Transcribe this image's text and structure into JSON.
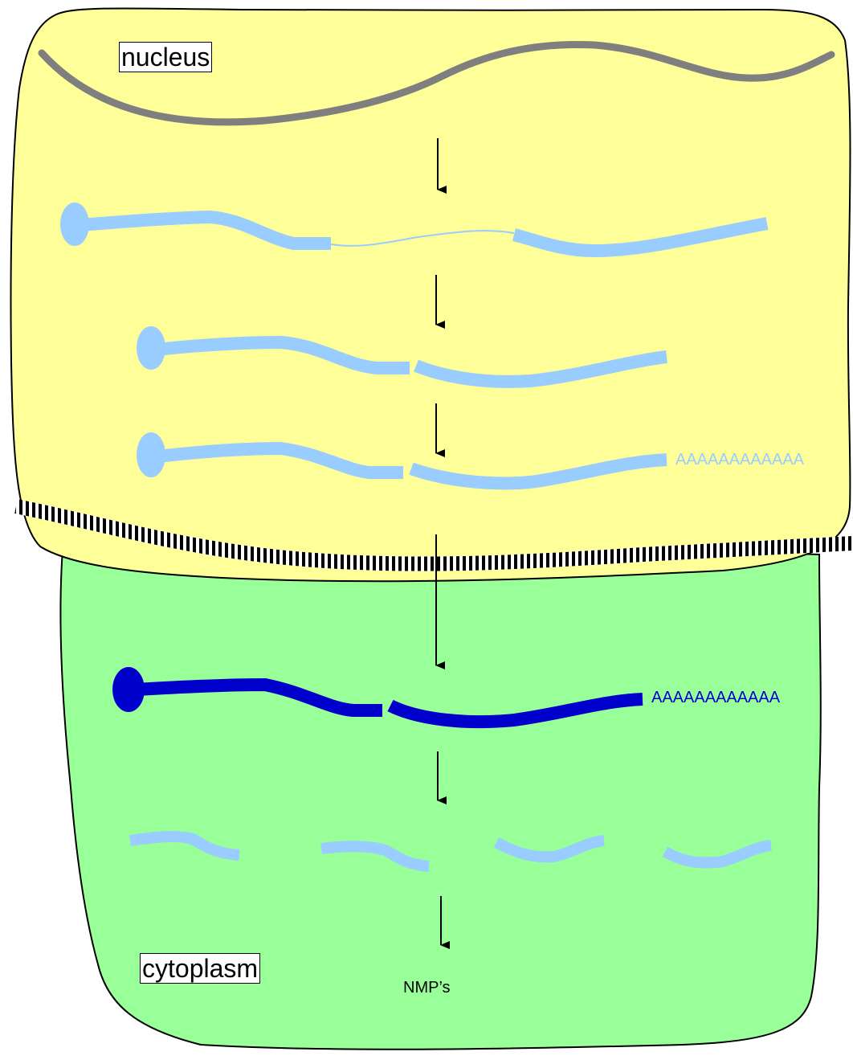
{
  "labels": {
    "nucleus": "nucleus",
    "cytoplasm": "cytoplasm",
    "nmps": "NMP’s",
    "polyA_nuclear": "AAAAAAAAAAAA",
    "polyA_cytoplasmic": "AAAAAAAAAAAA"
  },
  "colors": {
    "nucleus_fill": "#FFFF99",
    "cytoplasm_fill": "#99FF99",
    "dna": "#7F7F7F",
    "pre_mrna": "#99CCFF",
    "mature_mrna": "#0000CC",
    "outline": "#000000"
  }
}
